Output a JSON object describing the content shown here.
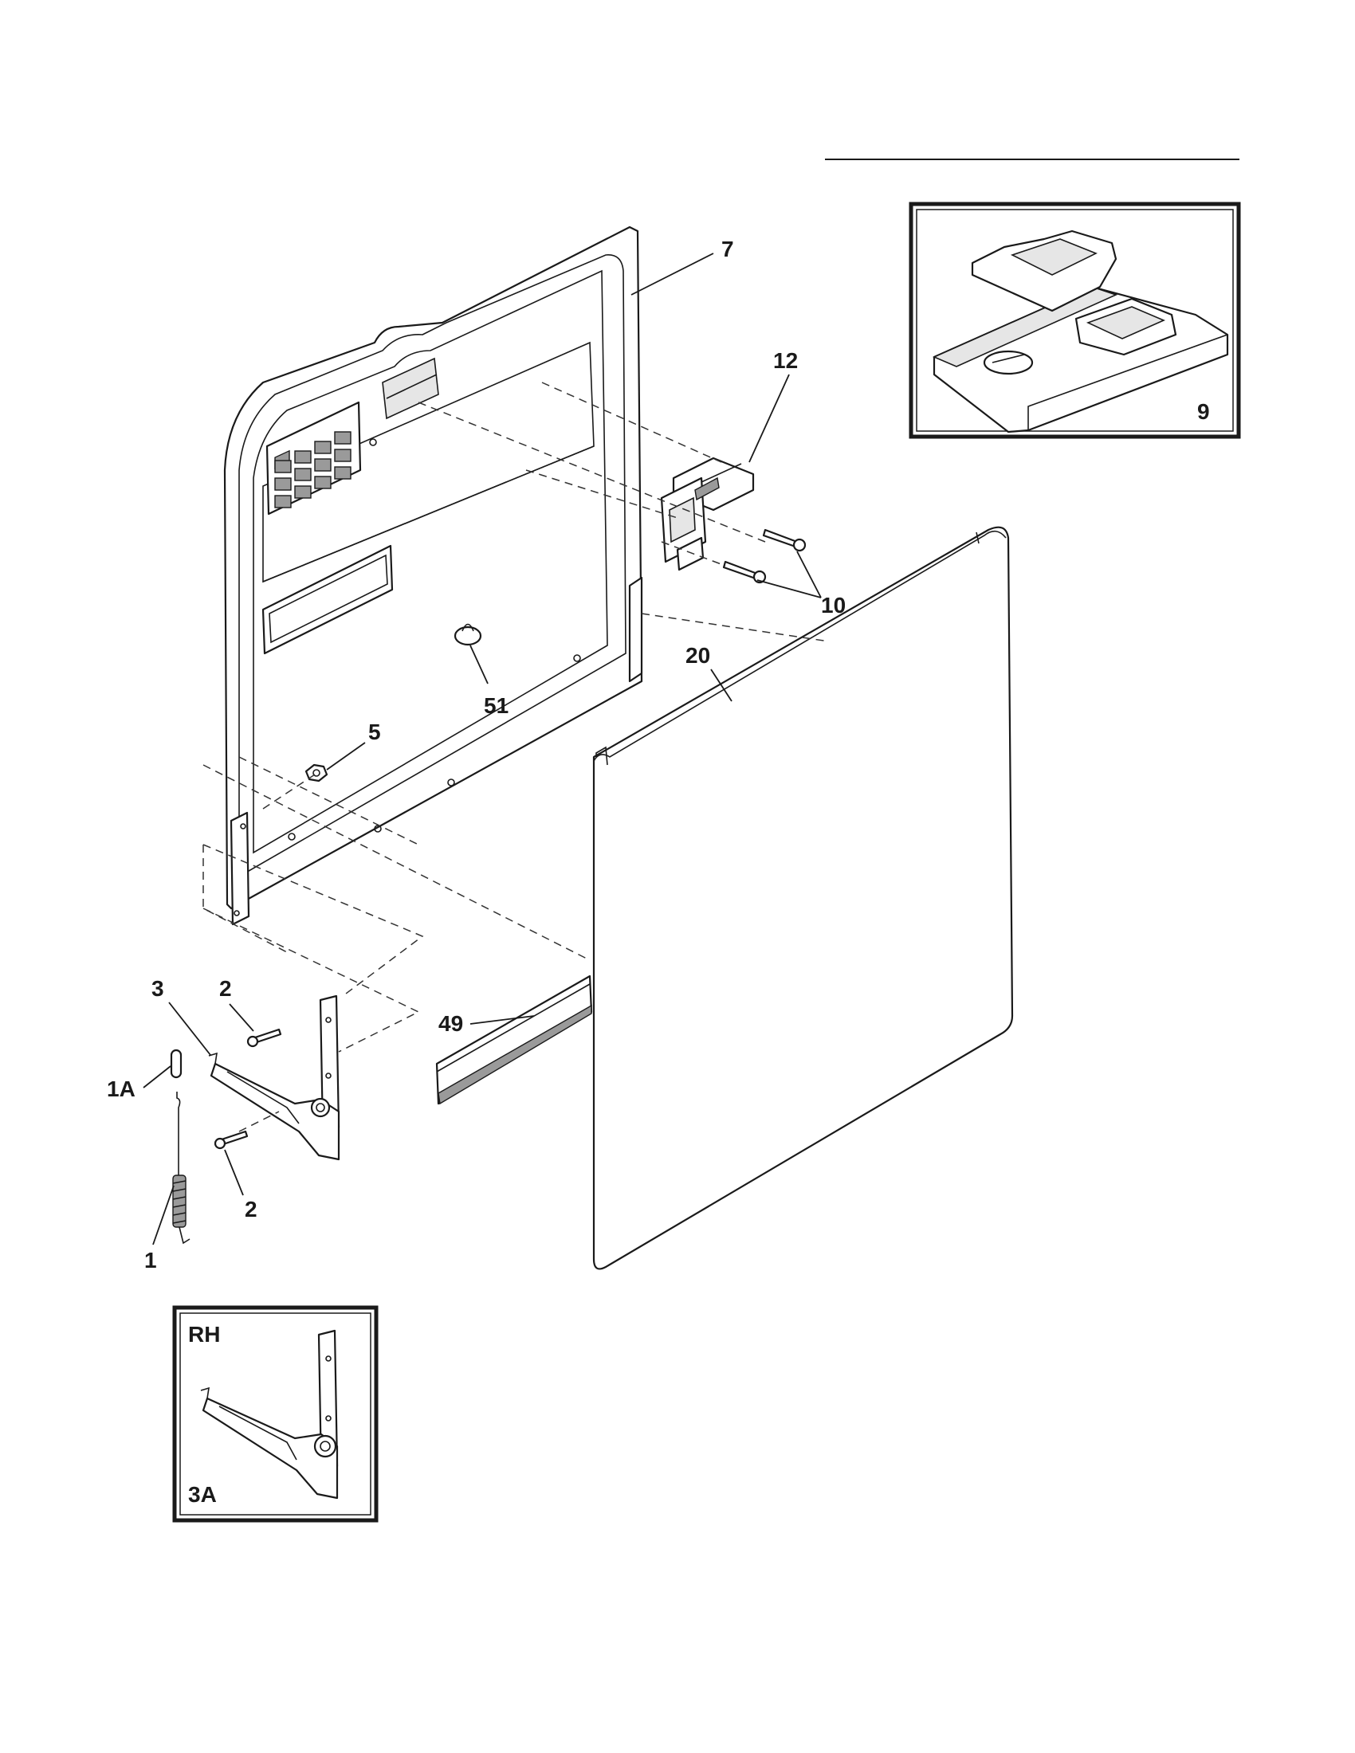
{
  "callouts": {
    "c7": "7",
    "c12": "12",
    "c9": "9",
    "c10": "10",
    "c20": "20",
    "c51": "51",
    "c5": "5",
    "c49": "49",
    "c3": "3",
    "c2a": "2",
    "c2b": "2",
    "c1a": "1A",
    "c1": "1",
    "rh": "RH",
    "c3a": "3A"
  },
  "parts": [
    {
      "ref": "7",
      "name": "inner-door-panel-icon"
    },
    {
      "ref": "12",
      "name": "door-latch-icon"
    },
    {
      "ref": "9",
      "name": "detergent-dispenser-icon"
    },
    {
      "ref": "10",
      "name": "screw-icon"
    },
    {
      "ref": "20",
      "name": "outer-door-panel-icon"
    },
    {
      "ref": "51",
      "name": "plug-icon"
    },
    {
      "ref": "5",
      "name": "nut-icon"
    },
    {
      "ref": "49",
      "name": "trim-strip-icon"
    },
    {
      "ref": "3",
      "name": "door-hinge-arm-icon"
    },
    {
      "ref": "2",
      "name": "screw-icon"
    },
    {
      "ref": "1A",
      "name": "spring-link-icon"
    },
    {
      "ref": "1",
      "name": "door-spring-icon"
    },
    {
      "ref": "3A",
      "name": "hinge-arm-rh-icon"
    }
  ]
}
